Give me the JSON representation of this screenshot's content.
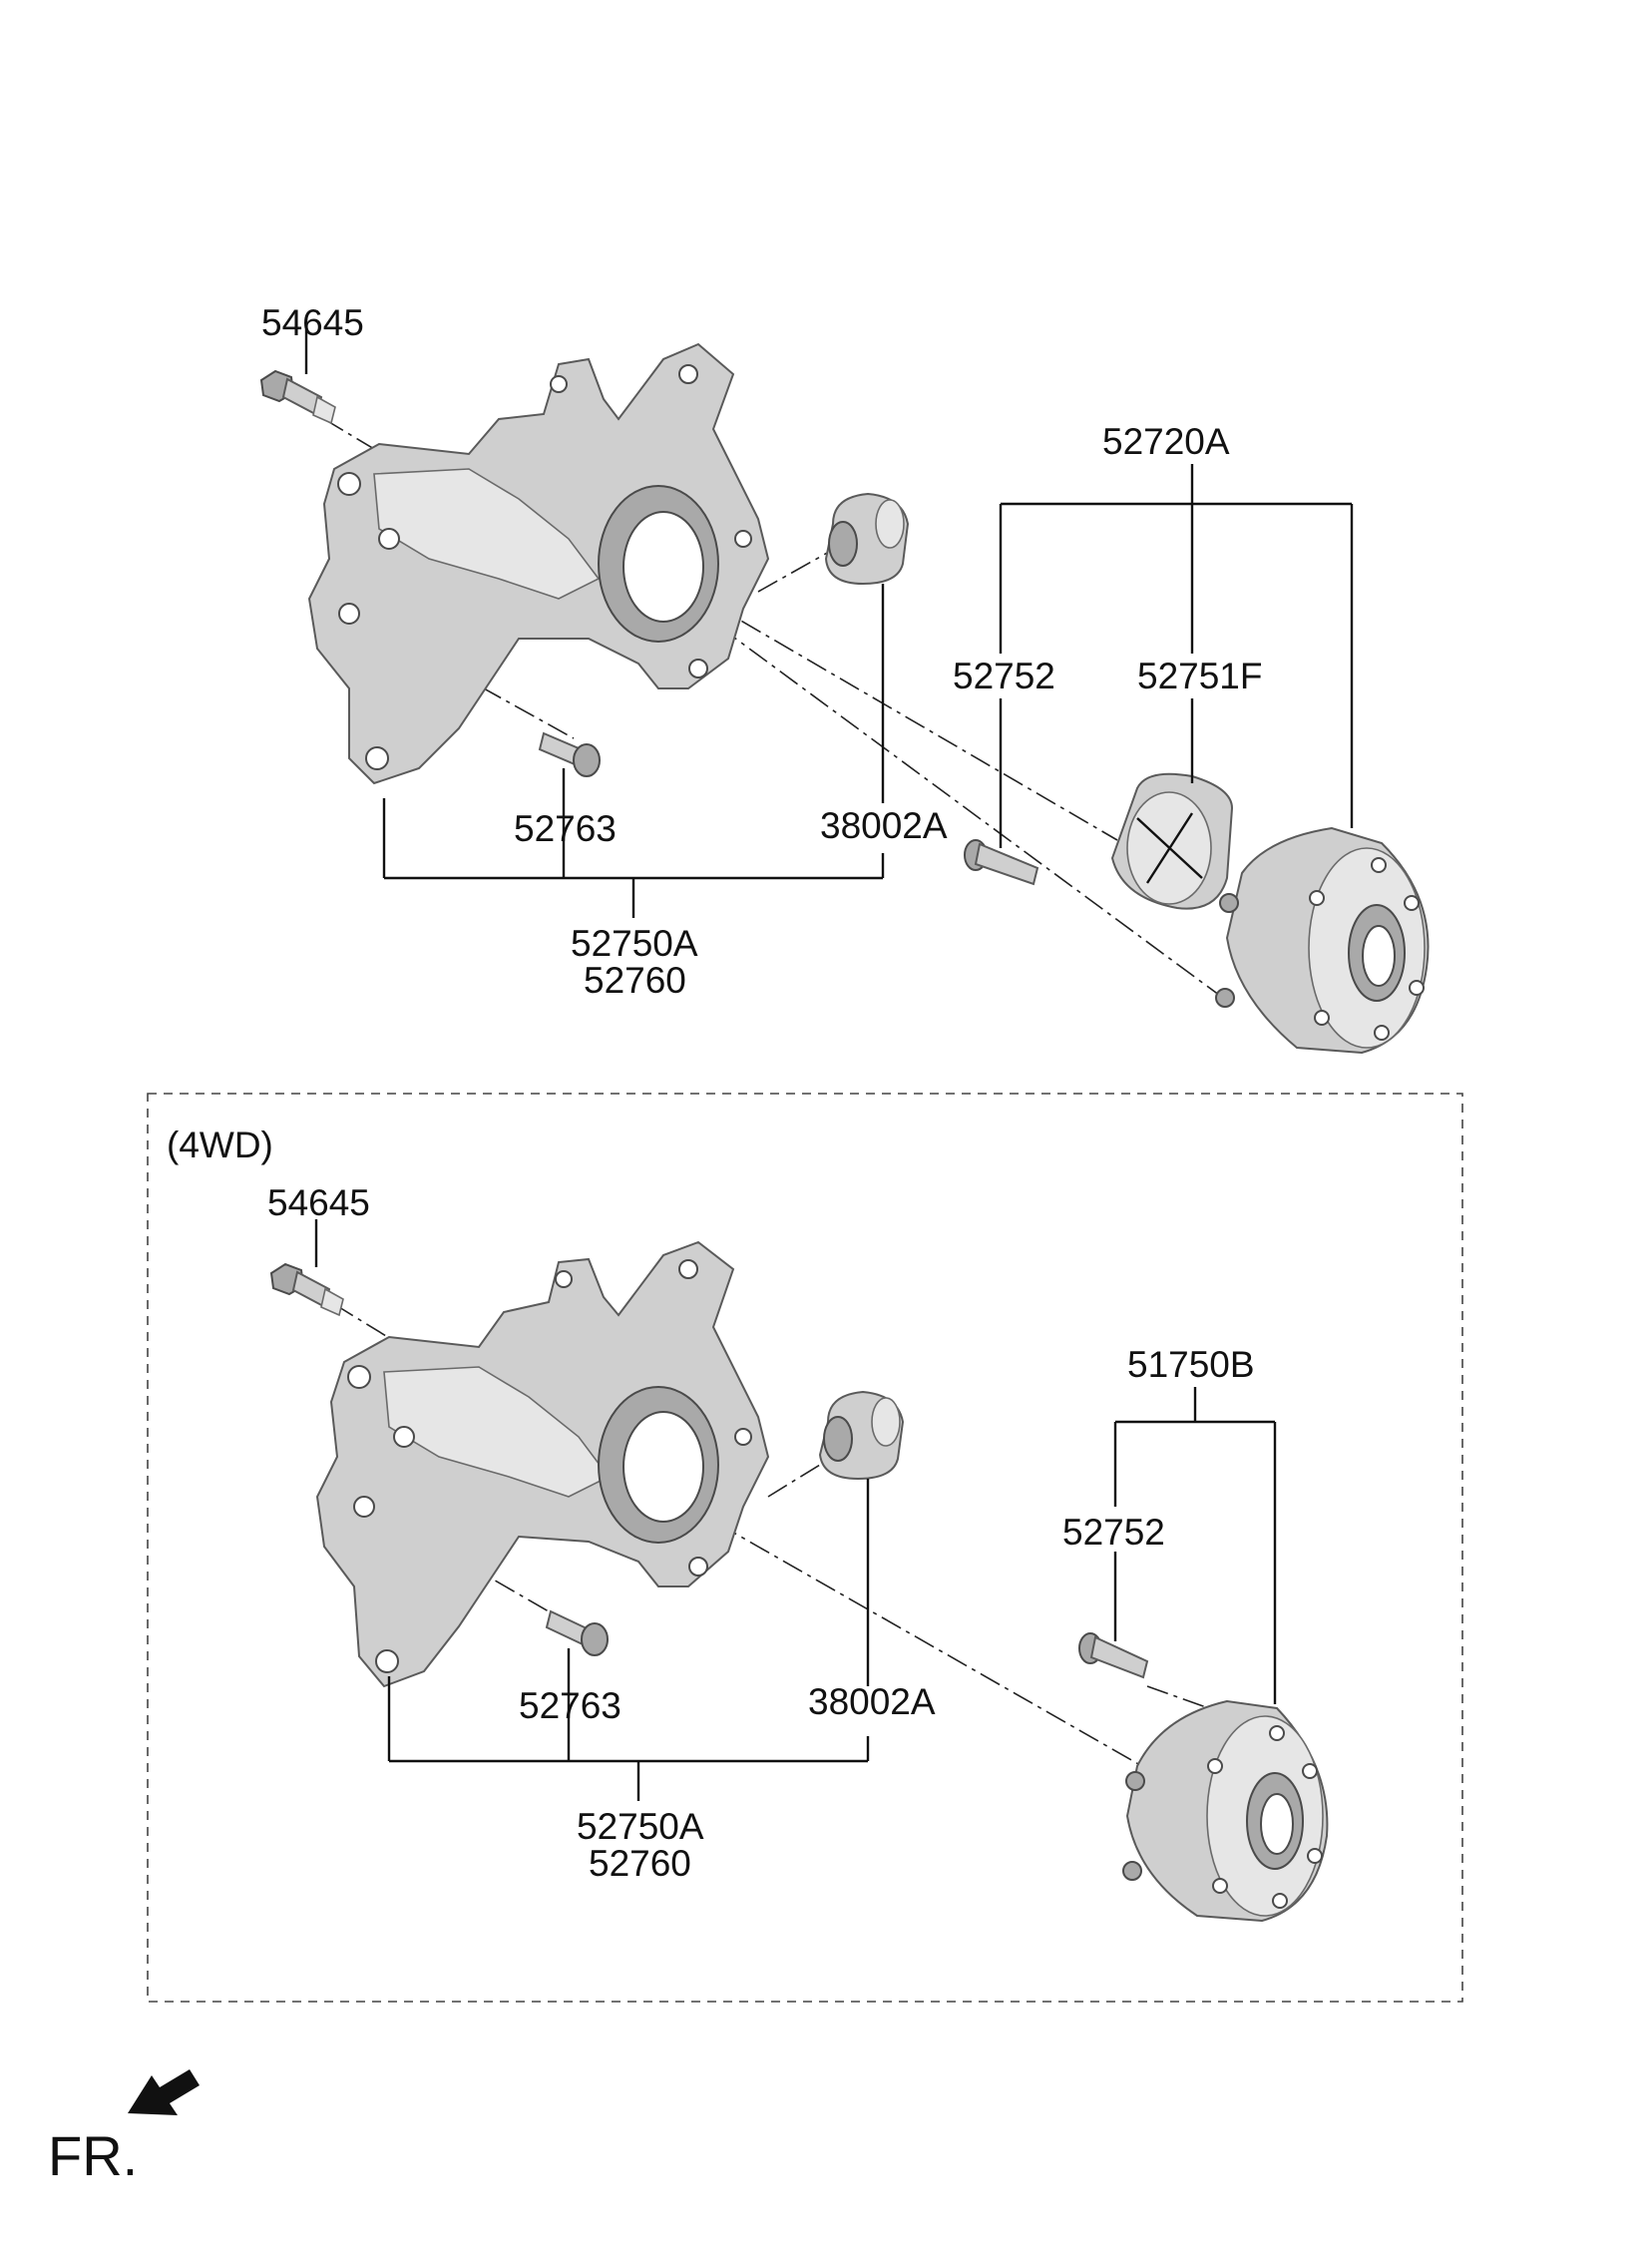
{
  "labels": {
    "top_bolt": "54645",
    "top_hub_assembly": "52720A",
    "top_hub_bolt": "52752",
    "top_cap": "52751F",
    "top_pin": "52763",
    "top_bushing": "38002A",
    "top_knuckle_a": "52750A",
    "top_knuckle_b": "52760",
    "section_title": "(4WD)",
    "bottom_bolt": "54645",
    "bottom_hub_assembly": "51750B",
    "bottom_hub_bolt": "52752",
    "bottom_pin": "52763",
    "bottom_bushing": "38002A",
    "bottom_knuckle_a": "52750A",
    "bottom_knuckle_b": "52760",
    "front_marker": "FR."
  },
  "icons": [
    "front-direction-arrow-icon"
  ]
}
